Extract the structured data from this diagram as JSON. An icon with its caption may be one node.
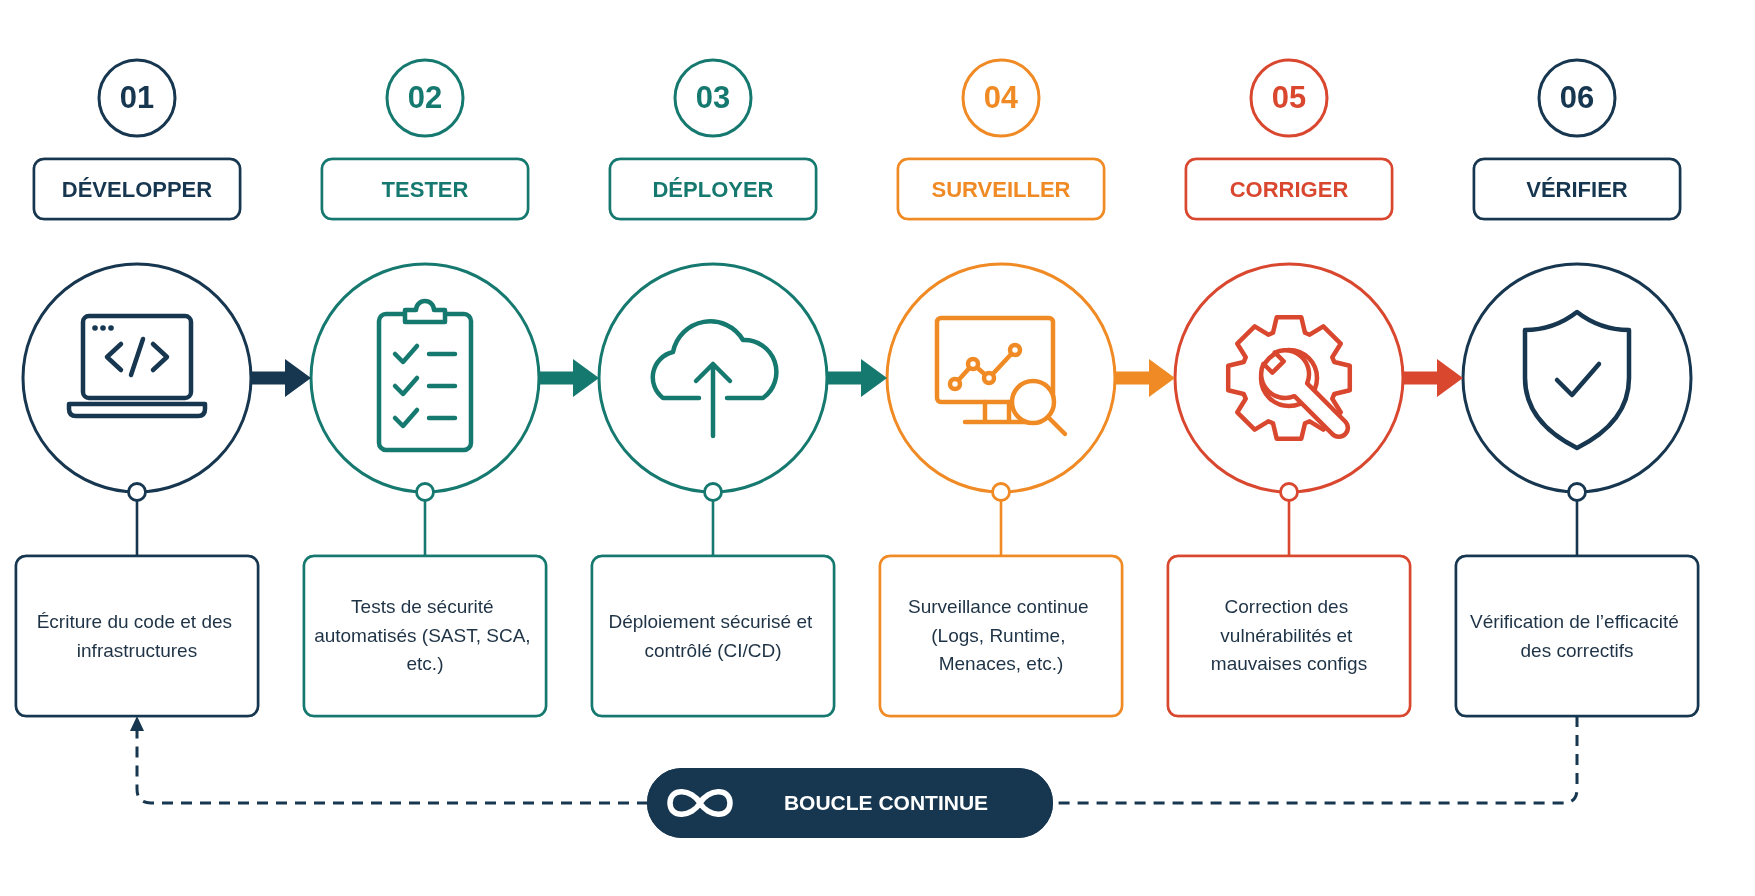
{
  "diagram": {
    "nodes": [
      {
        "text": [
          "01"
        ]
      },
      {
        "text": [
          "02"
        ]
      },
      {
        "text": [
          "03"
        ]
      },
      {
        "text": [
          "04"
        ]
      },
      {
        "text": [
          "05"
        ]
      },
      {
        "text": [
          "06"
        ]
      },
      {
        "text": [
          "DÉVELOPPER"
        ]
      },
      {
        "text": [
          "TESTER"
        ]
      },
      {
        "text": [
          "DÉPLOYER"
        ]
      },
      {
        "text": [
          "SURVEILLER"
        ]
      },
      {
        "text": [
          "CORRIGER"
        ]
      },
      {
        "text": [
          "VÉRIFIER"
        ]
      },
      {
        "text": [],
        "shape": "circle"
      },
      {
        "text": [],
        "shape": "circle"
      },
      {
        "text": [],
        "shape": "circle"
      },
      {
        "text": [],
        "shape": "circle"
      },
      {
        "text": [],
        "shape": "circle"
      },
      {
        "text": [],
        "shape": "circle"
      },
      {
        "text": [
          "Écriture du code et des infrastructures"
        ]
      },
      {
        "text": [
          "Tests de sécurité automatisés (SAST, SCA, etc.)"
        ]
      },
      {
        "text": [
          "Déploiement sécurisé et contrôlé (CI/CD)"
        ]
      },
      {
        "text": [
          "Surveillance continue (Logs, Runtime, Menaces, etc.)"
        ]
      },
      {
        "text": [
          "Correction des vulnérabilités et mauvaises configs"
        ]
      },
      {
        "text": [
          "Vérification de l’efficacité des correctifs"
        ]
      },
      {
        "text": [
          "BOUCLE CONTINUE"
        ]
      }
    ],
    "edges": [
      {
        "from": 12,
        "to": 13,
        "arrow": "to",
        "style": "thick"
      },
      {
        "from": 13,
        "to": 14,
        "arrow": "to",
        "style": "thick",
        "color": "#16796f"
      },
      {
        "from": 14,
        "to": 15,
        "arrow": "to",
        "style": "thick",
        "color": "#16796f"
      },
      {
        "from": 15,
        "to": 16,
        "arrow": "to",
        "style": "thick",
        "color": "#f08a24"
      },
      {
        "from": 16,
        "to": 17,
        "arrow": "to",
        "style": "thick",
        "color": "#d9472f"
      },
      {
        "from": 18,
        "to": 12,
        "arrow": "other"
      },
      {
        "from": 19,
        "to": 13,
        "arrow": "other",
        "color": "#16796f"
      },
      {
        "from": 20,
        "to": 14,
        "arrow": "other",
        "color": "#16796f"
      },
      {
        "from": 21,
        "to": 15,
        "arrow": "other",
        "color": "#f08a24"
      },
      {
        "from": 22,
        "to": 16,
        "arrow": "other",
        "color": "#d9472f"
      },
      {
        "from": 23,
        "to": 17,
        "arrow": "other"
      },
      {
        "from": 23,
        "to": 24,
        "arrow": "none",
        "style": "dashed"
      },
      {
        "from": 24,
        "to": 18,
        "arrow": "to",
        "style": "dashed"
      }
    ]
  }
}
